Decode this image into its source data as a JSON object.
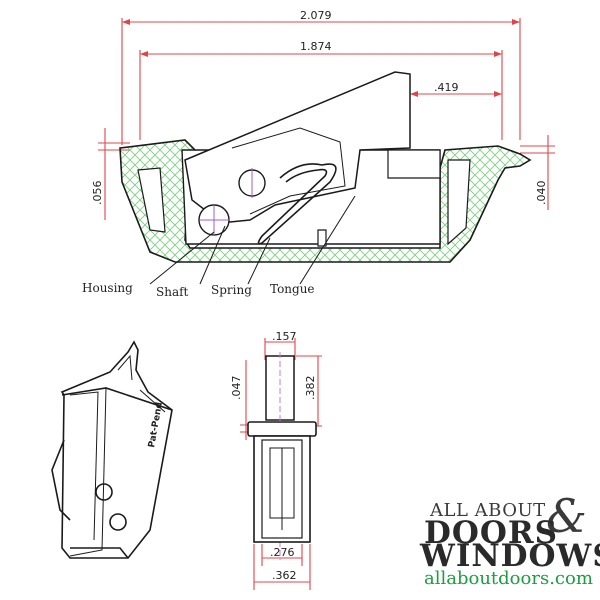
{
  "top_drawing": {
    "dimensions": {
      "overall_width": "2.079",
      "inner_width": "1.874",
      "offset": ".419",
      "left_height": ".056",
      "right_height": ".040"
    },
    "parts": {
      "housing": "Housing",
      "shaft": "Shaft",
      "spring": "Spring",
      "tongue": "Tongue"
    }
  },
  "front_view": {
    "dimensions": {
      "pin_width": ".157",
      "left_height": ".047",
      "pin_height": ".382",
      "inner_base": ".276",
      "outer_base": ".362"
    }
  },
  "perspective_view": {
    "stamp": "Pat-Pend"
  },
  "brand": {
    "line1": "ALL ABOUT",
    "ampersand": "&",
    "line2": "DOORS",
    "line3": "WINDOWS",
    "url": "allaboutdoors.com"
  }
}
